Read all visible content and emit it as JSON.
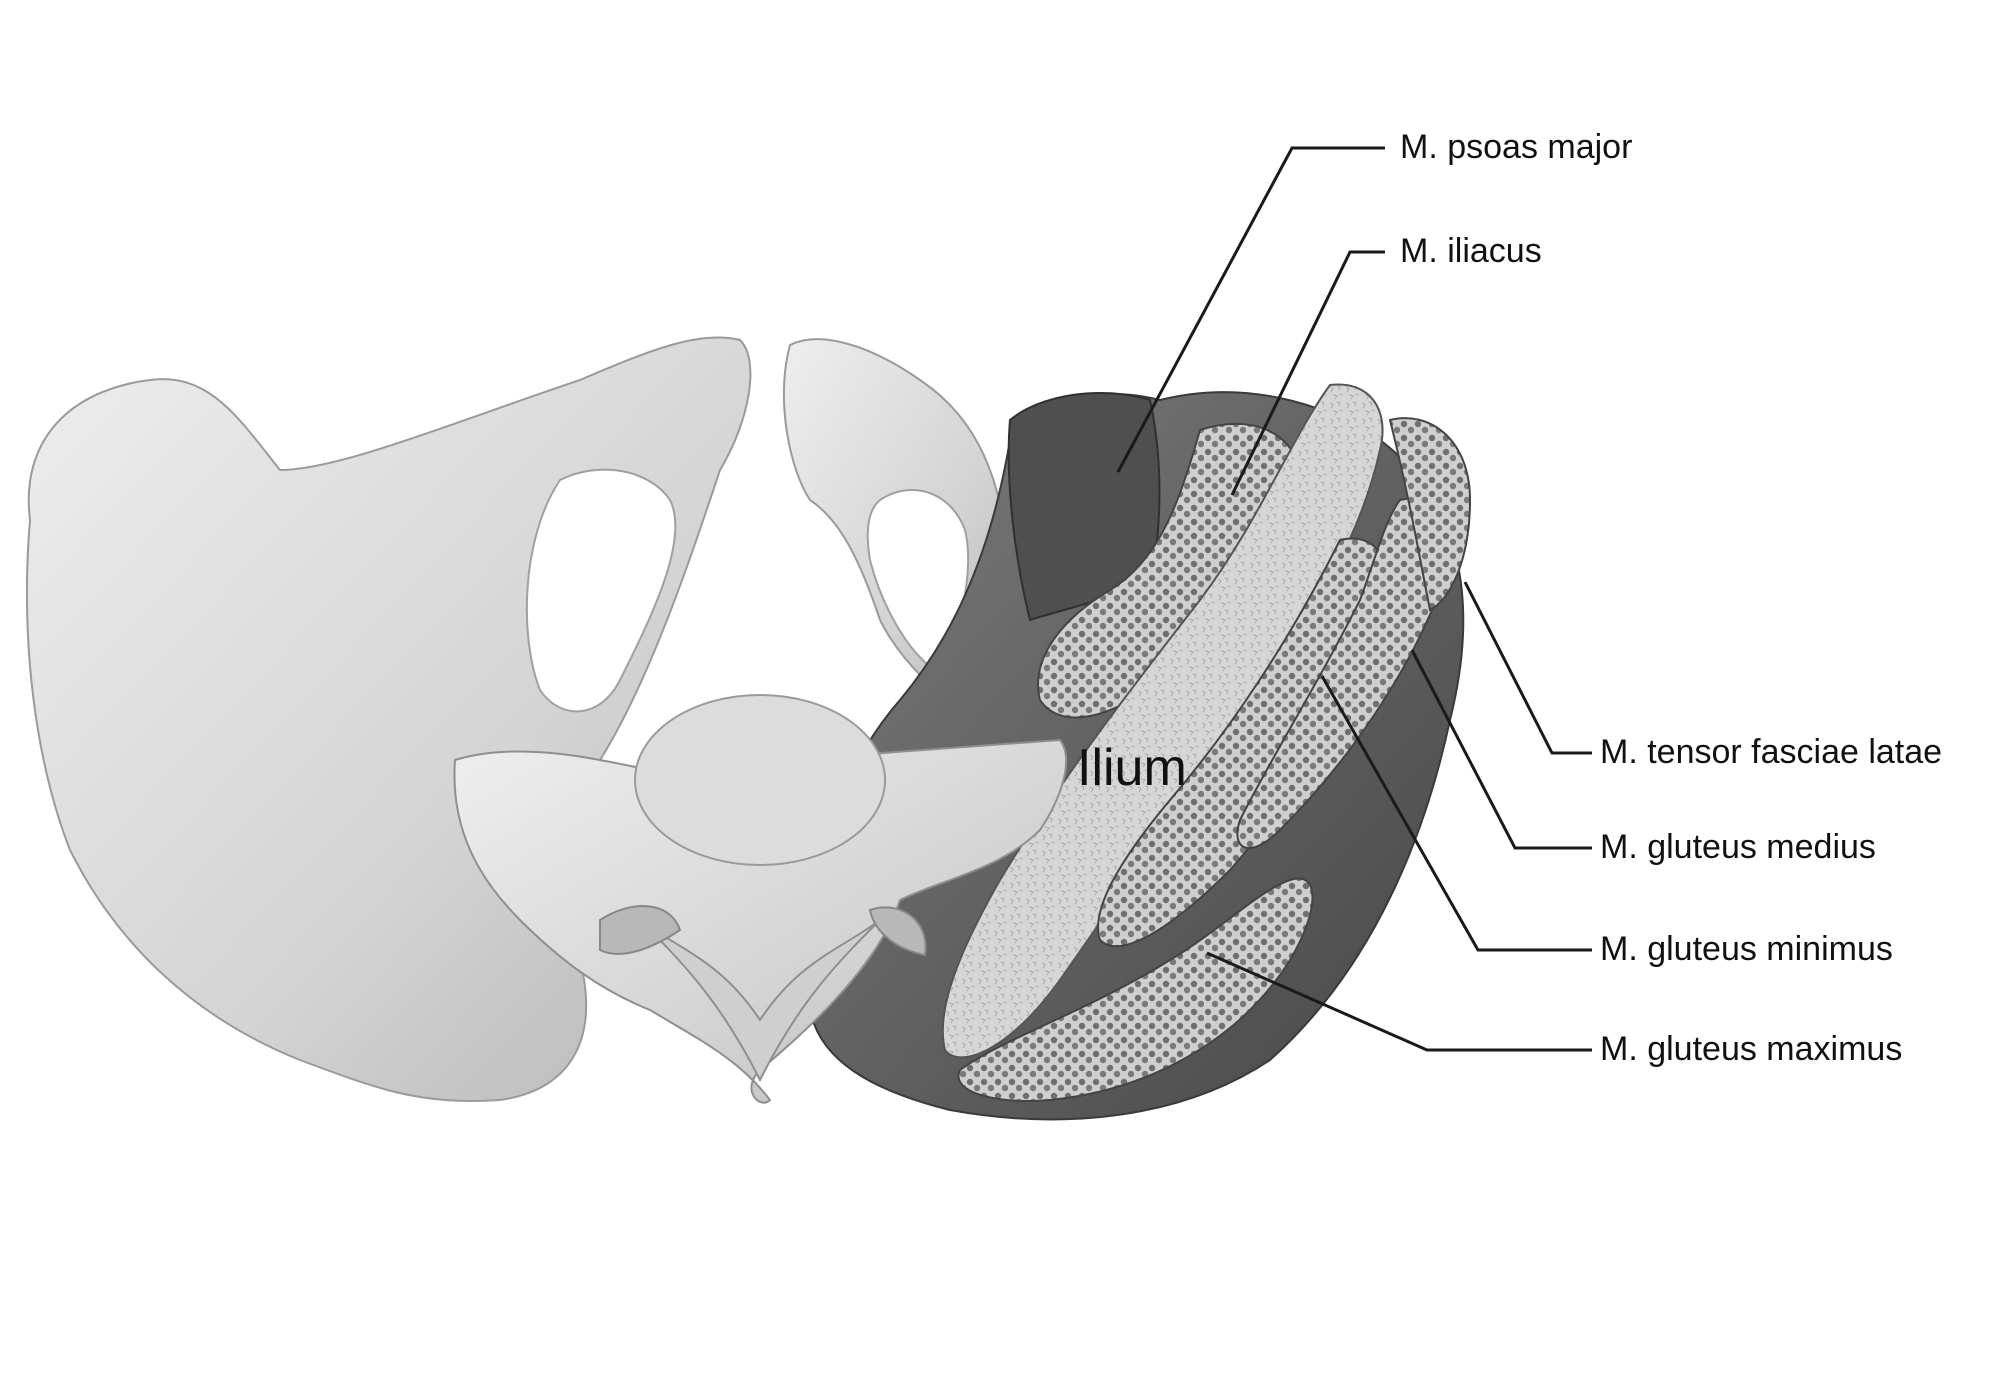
{
  "region_label": "Ilium",
  "labels": {
    "psoas_major": "M. psoas major",
    "iliacus": "M. iliacus",
    "tensor_fasciae_latae": "M. tensor fasciae latae",
    "gluteus_medius": "M. gluteus medius",
    "gluteus_minimus": "M. gluteus minimus",
    "gluteus_maximus": "M. gluteus maximus"
  },
  "colors": {
    "bone": "#d9d9d9",
    "bone_shadow": "#a9a9a9",
    "muscle_dark": "#5e5e5e",
    "cut_section": "#bdbdbd",
    "leader_line": "#1a1a1a"
  }
}
